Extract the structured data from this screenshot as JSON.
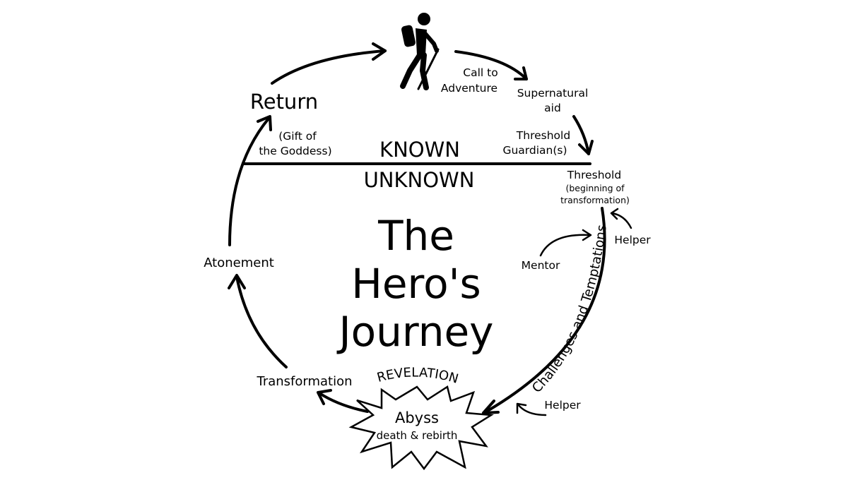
{
  "diagram": {
    "title_lines": [
      "The",
      "Hero's",
      "Journey"
    ],
    "known": "KNOWN",
    "unknown": "UNKNOWN",
    "call_to_adventure": [
      "Call to",
      "Adventure"
    ],
    "supernatural_aid": [
      "Supernatural",
      "aid"
    ],
    "threshold_guardians": [
      "Threshold",
      "Guardian(s)"
    ],
    "threshold": "Threshold",
    "threshold_sub": [
      "(beginning of",
      "transformation)"
    ],
    "helper_upper": "Helper",
    "mentor": "Mentor",
    "challenges": "Challenges and Temptations",
    "helper_lower": "Helper",
    "revelation": "REVELATION",
    "abyss": "Abyss",
    "abyss_sub": "death & rebirth",
    "transformation": "Transformation",
    "atonement": "Atonement",
    "return": "Return",
    "gift_of_goddess": [
      "(Gift of",
      "the Goddess)"
    ],
    "icons": {
      "hero": "hiker-icon",
      "abyss": "starburst-icon"
    },
    "colors": {
      "ink": "#000000",
      "background": "#ffffff"
    }
  }
}
